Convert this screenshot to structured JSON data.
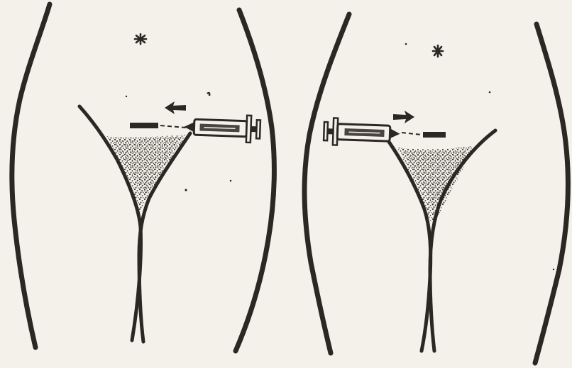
{
  "figure": {
    "panels": [
      {
        "id": "left",
        "syringe_direction": "from-right",
        "arrow_direction": "left"
      },
      {
        "id": "right",
        "syringe_direction": "from-left",
        "arrow_direction": "right"
      }
    ],
    "colors": {
      "paper": "#f3f1ea",
      "ink": "#2b2723",
      "stipple": "#3a3631"
    },
    "icons": [
      "syringe-icon",
      "arrow-icon",
      "needle-tip-icon",
      "asterisk-mark"
    ]
  }
}
